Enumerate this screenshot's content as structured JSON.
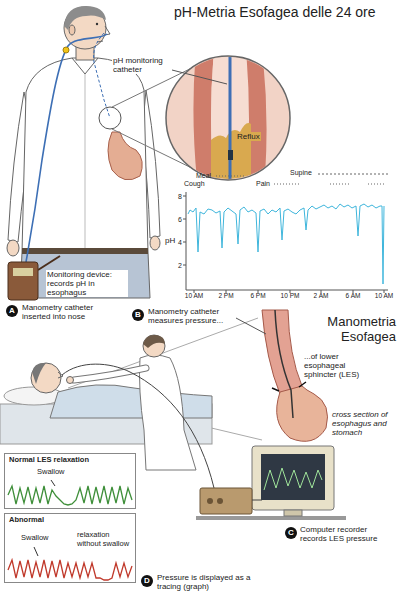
{
  "diagram": {
    "title": "pH-Metria Esofagea delle 24 ore",
    "nodes": [
      {
        "text": [
          "Reflux"
        ]
      },
      {
        "text": [
          "A"
        ]
      },
      {
        "text": [
          "B"
        ]
      },
      {
        "text": [
          "Normal LES relaxation",
          "Swallow"
        ]
      },
      {
        "text": [
          "Abnormal",
          "Swallow",
          "relaxation without swallow"
        ]
      },
      {
        "text": [
          "C"
        ]
      },
      {
        "text": [
          "D"
        ]
      }
    ],
    "labels": [
      "pH monitoring catheter",
      "Monitoring device: records pH in esophagus",
      "Meal",
      "Cough",
      "Supine",
      "Pain",
      "pH",
      "8",
      "6",
      "4",
      "2",
      "10 AM",
      "2 PM",
      "6 PM",
      "10 PM",
      "2 AM",
      "6 AM",
      "10 AM",
      "Manometria Esofagea",
      "Manometry catheter inserted into nose",
      "Manometry catheter measures pressure...",
      "...of lower esophageal sphincter (LES)",
      "cross section of esophagus and stomach",
      "Computer recorder records LES pressure",
      "Pressure is displayed as a tracing (graph)"
    ]
  }
}
